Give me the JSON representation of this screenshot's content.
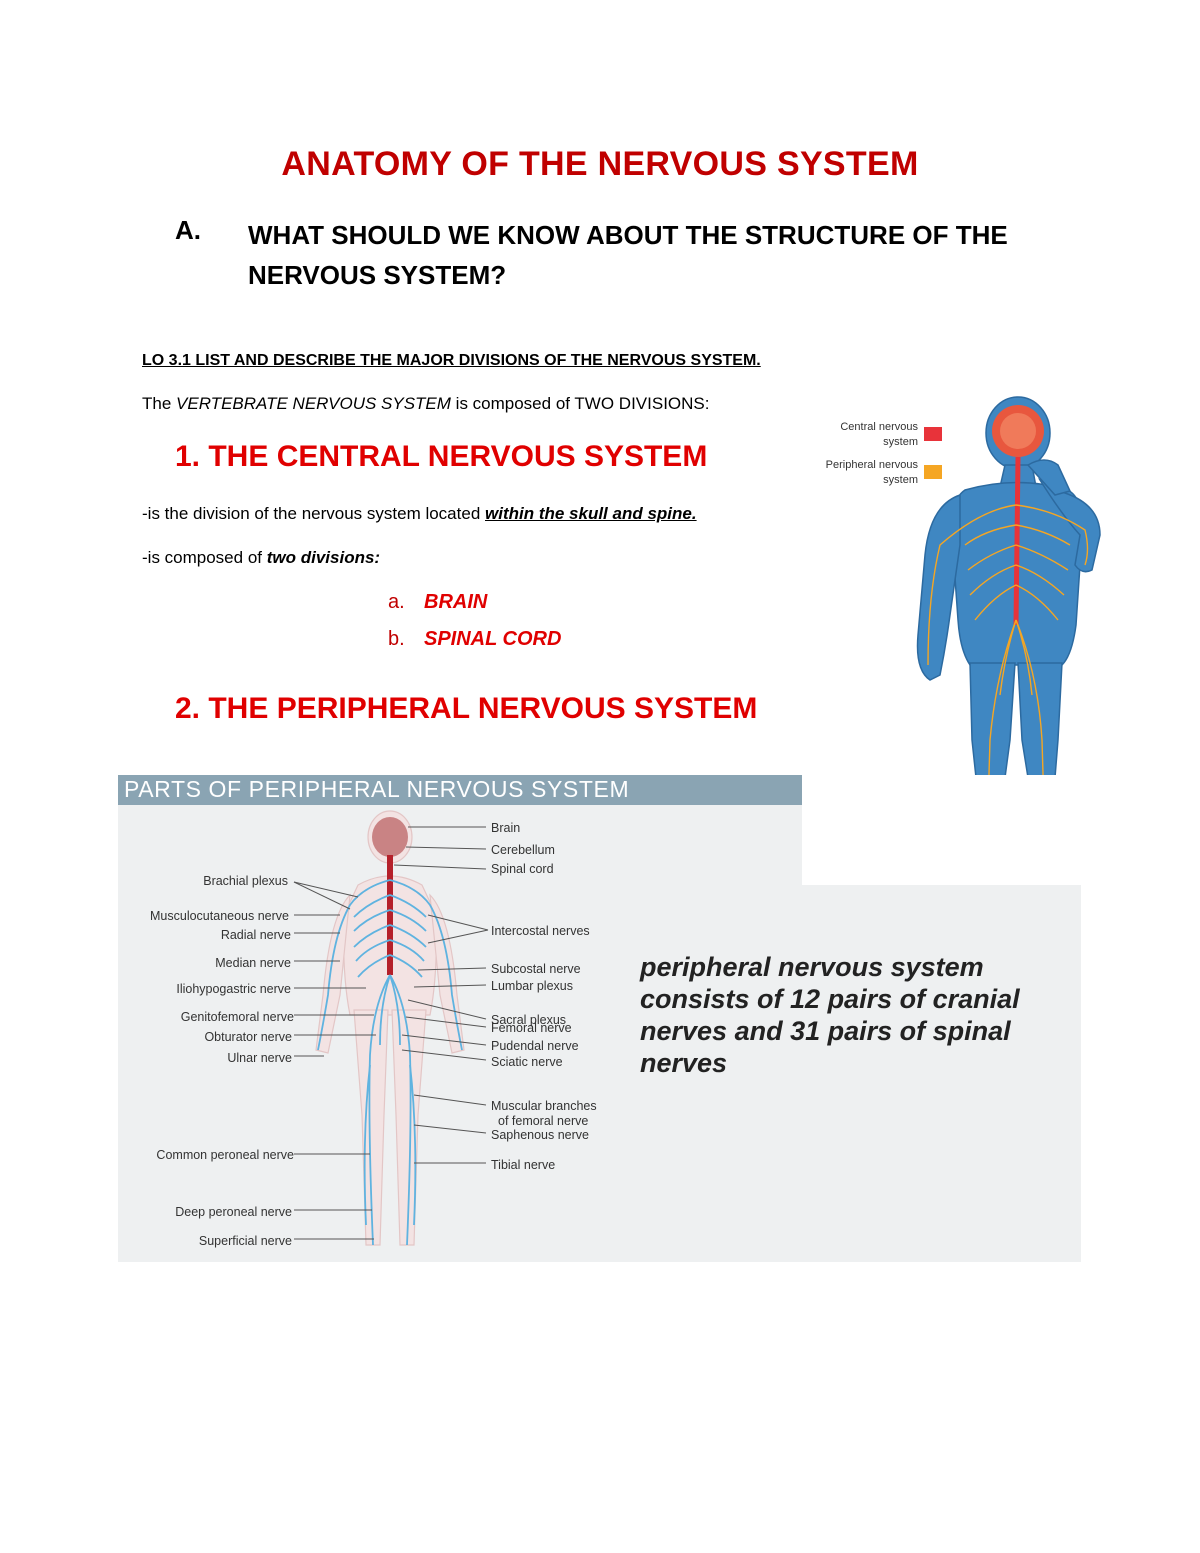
{
  "title": "ANATOMY OF THE NERVOUS SYSTEM",
  "section_a": {
    "letter": "A.",
    "text": "WHAT SHOULD WE KNOW ABOUT THE STRUCTURE OF THE NERVOUS SYSTEM?"
  },
  "lo": "LO 3.1  LIST AND DESCRIBE THE MAJOR DIVISIONS OF THE NERVOUS SYSTEM.",
  "intro": {
    "pre": "The ",
    "em": "VERTEBRATE NERVOUS SYSTEM",
    "post": " is composed of TWO DIVISIONS:"
  },
  "cns": {
    "title": "1. THE CENTRAL NERVOUS SYSTEM",
    "line1_pre": "-is the division of the nervous system located ",
    "line1_em": "within the skull and spine.",
    "line2_pre": "-is composed of ",
    "line2_em": "two divisions:",
    "items": [
      {
        "letter": "a.",
        "label": "BRAIN"
      },
      {
        "letter": "b.",
        "label": "SPINAL CORD"
      }
    ]
  },
  "pns": {
    "title": "2. THE PERIPHERAL NERVOUS SYSTEM"
  },
  "figure_body": {
    "legend": [
      {
        "label": "Central nervous system",
        "color": "#e8333a"
      },
      {
        "label": "Peripheral nervous system",
        "color": "#f5a623"
      }
    ]
  },
  "figure_pns": {
    "banner": "PARTS OF PERIPHERAL NERVOUS SYSTEM",
    "left_labels": [
      "Brachial plexus",
      "Musculocutaneous nerve",
      "Radial nerve",
      "Median nerve",
      "Iliohypogastric nerve",
      "Genitofemoral nerve",
      "Obturator nerve",
      "Ulnar nerve",
      "Common peroneal nerve",
      "Deep peroneal nerve",
      "Superficial nerve"
    ],
    "right_labels": [
      "Brain",
      "Cerebellum",
      "Spinal cord",
      "Intercostal nerves",
      "Subcostal nerve",
      "Lumbar plexus",
      "Sacral plexus",
      "Femoral nerve",
      "Pudendal nerve",
      "Sciatic nerve",
      "Muscular branches",
      "of femoral nerve",
      "Saphenous nerve",
      "Tibial nerve"
    ],
    "quote": "peripheral nervous system consists of 12 pairs of cranial nerves and 31 pairs of spinal nerves",
    "colors": {
      "nerve": "#5fb3e0",
      "cord": "#b5202a",
      "brain": "#e8a0a0"
    }
  }
}
